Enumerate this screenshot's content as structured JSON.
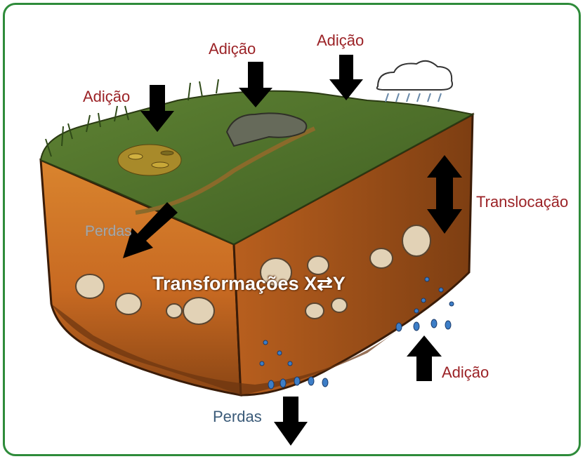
{
  "labels": {
    "adicao_left": "Adição",
    "adicao_mid": "Adição",
    "adicao_right": "Adição",
    "adicao_bottom": "Adição",
    "translocacao": "Translocação",
    "perdas_side": "Perdas",
    "perdas_bottom": "Perdas",
    "transformacoes": "Transformações X⇄Y"
  },
  "colors": {
    "frame": "#2e8b3a",
    "label_red": "#9b2226",
    "label_blue": "#3a5a78",
    "grass": "#4b6b2a",
    "soil": "#c56a2a",
    "soil_dark": "#7a3a12"
  },
  "icons": [
    "cloud-rain-icon",
    "animal-carcass-icon",
    "leaf-litter-icon",
    "stone-icon",
    "water-drop-icon"
  ]
}
